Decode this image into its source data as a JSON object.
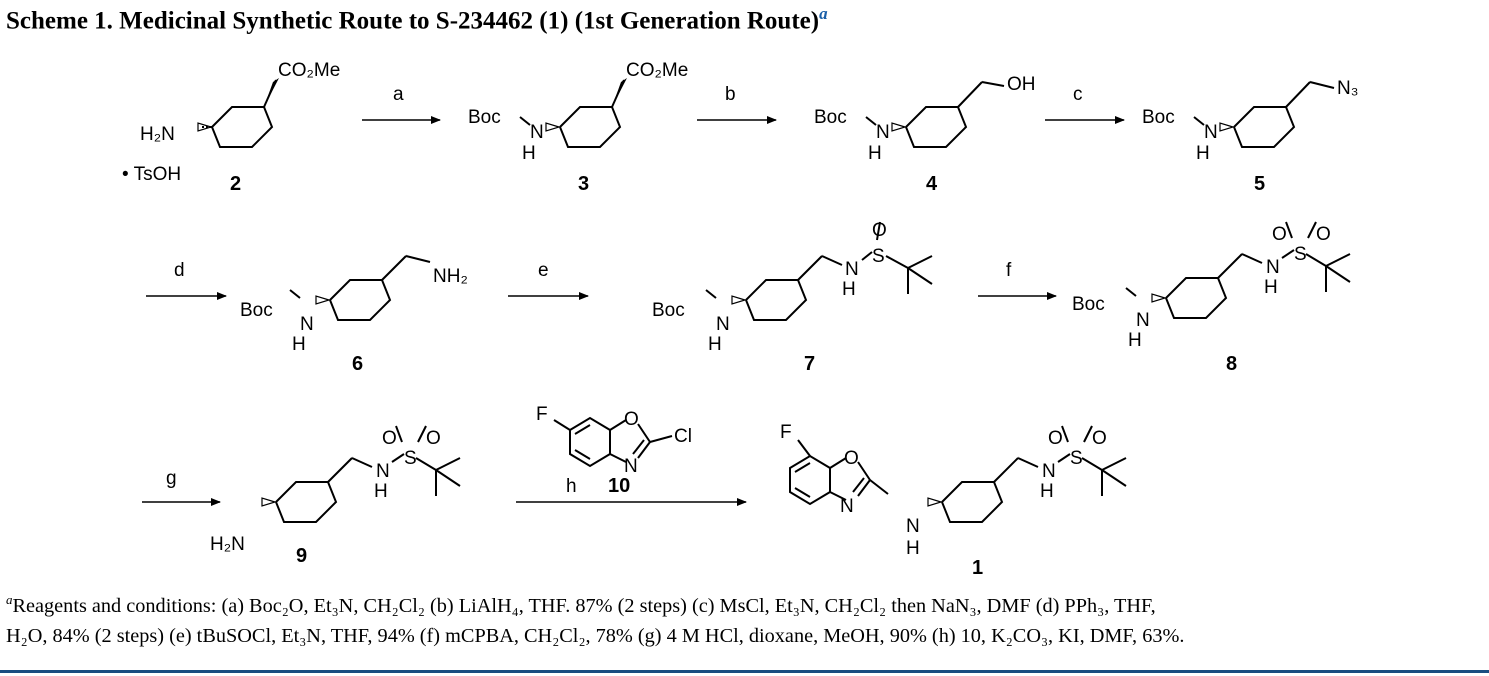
{
  "scheme": {
    "title": "Scheme 1. Medicinal Synthetic Route to S-234462 (1) (1st Generation Route)",
    "title_footnote_mark": "a"
  },
  "compounds": {
    "c2": {
      "number": "2",
      "amine_label": "H₂N",
      "ester_label": "CO₂Me",
      "salt_label": "• TsOH"
    },
    "c3": {
      "number": "3",
      "boc_label": "Boc",
      "nh_n": "N",
      "nh_h": "H",
      "ester_label": "CO₂Me"
    },
    "c4": {
      "number": "4",
      "boc_label": "Boc",
      "nh_n": "N",
      "nh_h": "H",
      "oh_label": "OH"
    },
    "c5": {
      "number": "5",
      "boc_label": "Boc",
      "nh_n": "N",
      "nh_h": "H",
      "azide_label": "N₃"
    },
    "c6": {
      "number": "6",
      "boc_label": "Boc",
      "nh_n": "N",
      "nh_h": "H",
      "amine_label": "NH₂"
    },
    "c7": {
      "number": "7",
      "boc_label": "Boc",
      "nh_n": "N",
      "nh_h": "H",
      "sulfinamide_n": "N",
      "sulfinamide_h": "H",
      "s_label": "S",
      "o_label": "O"
    },
    "c8": {
      "number": "8",
      "boc_label": "Boc",
      "nh_n": "N",
      "nh_h": "H",
      "sulfonamide_n": "N",
      "sulfonamide_h": "H",
      "s_label": "S",
      "o1_label": "O",
      "o2_label": "O"
    },
    "c9": {
      "number": "9",
      "amine_label": "H₂N",
      "sulfonamide_n": "N",
      "sulfonamide_h": "H",
      "s_label": "S",
      "o1_label": "O",
      "o2_label": "O"
    },
    "c10": {
      "number": "10",
      "f_label": "F",
      "o_label": "O",
      "n_label": "N",
      "cl_label": "Cl"
    },
    "c1": {
      "number": "1",
      "f_label": "F",
      "o_label": "O",
      "n_label": "N",
      "nh_n": "N",
      "nh_h": "H",
      "sulfonamide_n": "N",
      "sulfonamide_h": "H",
      "s_label": "S",
      "o1_label": "O",
      "o2_label": "O"
    }
  },
  "arrows": {
    "a": "a",
    "b": "b",
    "c": "c",
    "d": "d",
    "e": "e",
    "f": "f",
    "g": "g",
    "h": "h"
  },
  "footnote": {
    "mark": "a",
    "text_line1": "Reagents and conditions: (a) Boc₂O, Et₃N, CH₂Cl₂ (b) LiAlH₄, THF. 87% (2 steps) (c) MsCl, Et₃N, CH₂Cl₂ then NaN₃, DMF (d) PPh₃, THF,",
    "text_line2": "H₂O, 84% (2 steps) (e) tBuSOCl, Et₃N, THF, 94% (f) mCPBA, CH₂Cl₂, 78% (g) 4 M HCl, dioxane, MeOH, 90% (h) 10, K₂CO₃, KI, DMF, 63%."
  },
  "colors": {
    "accent": "#1a5fa8",
    "rule": "#1a4d80",
    "ink": "#000000"
  }
}
